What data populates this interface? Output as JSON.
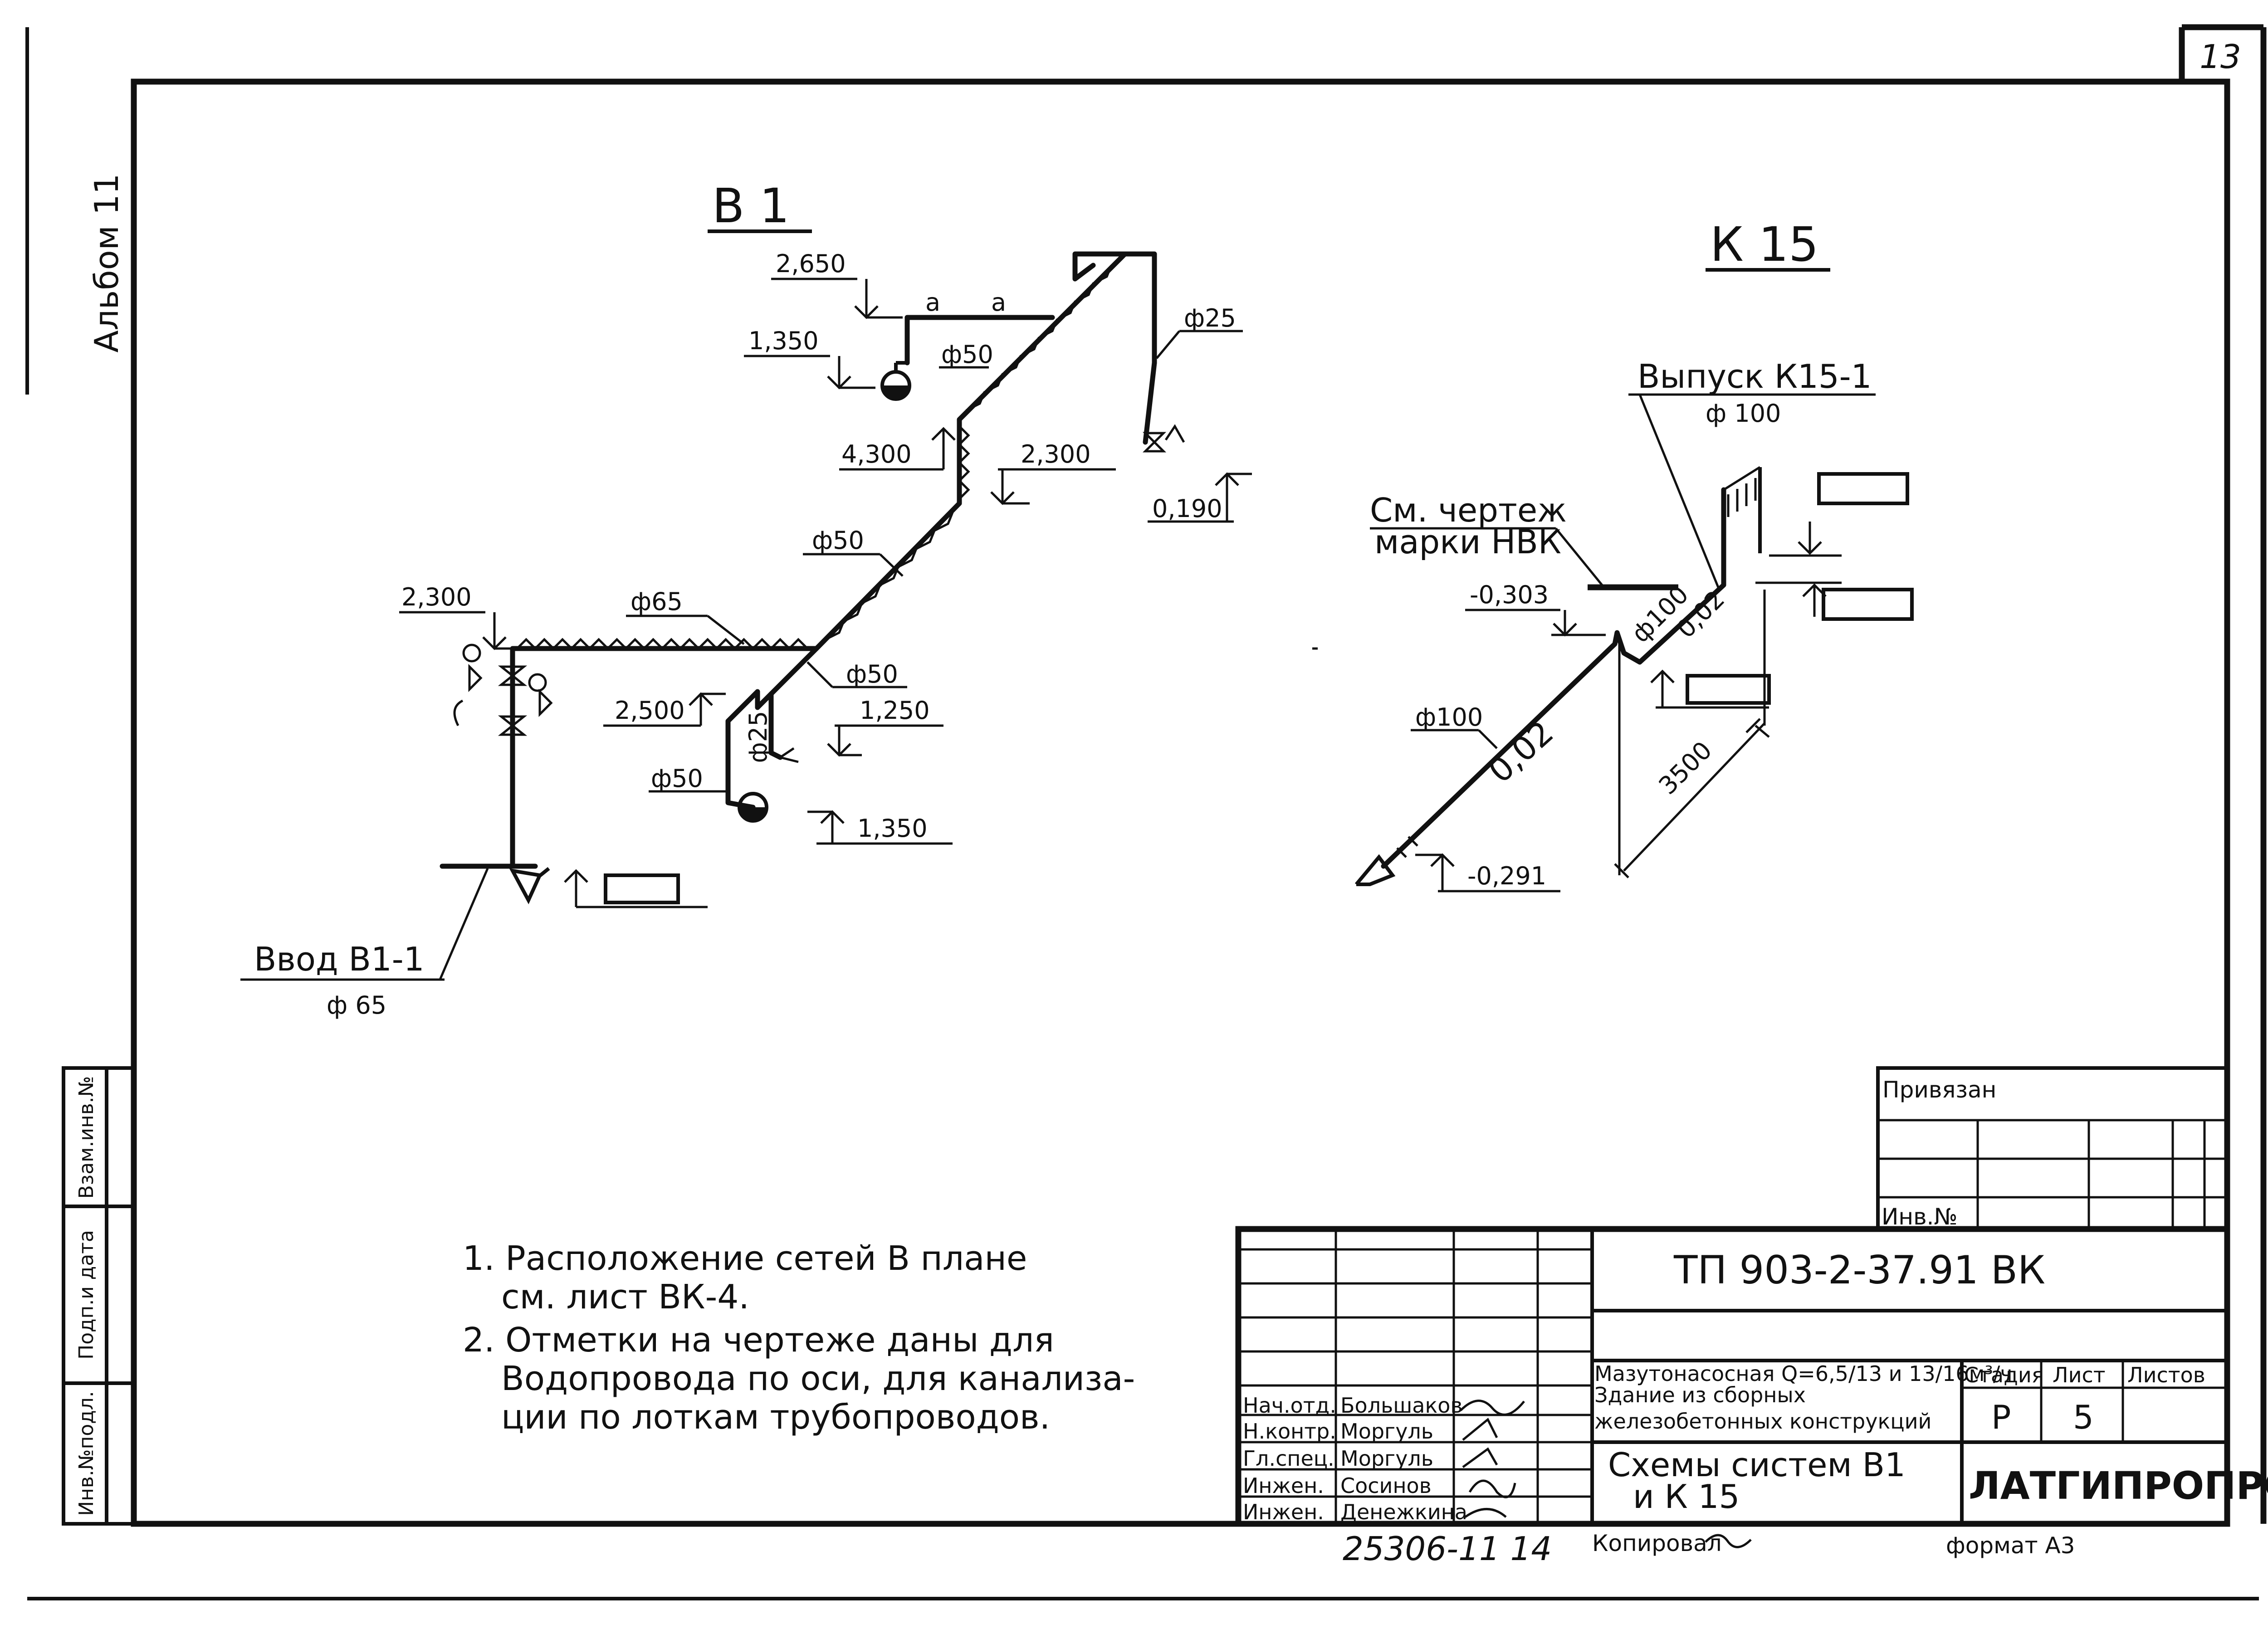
{
  "page_number": "13",
  "album_label": "Альбом 11",
  "side_stamp": [
    "Инв.№подл.",
    "Подп.и дата",
    "Взам.инв.№"
  ],
  "scheme_b1": {
    "title": "В 1",
    "inlet_label": "Ввод В1-1",
    "inlet_dia": "ф 65",
    "elevations": [
      "2,650",
      "1,350",
      "4,300",
      "2,300",
      "0,190",
      "2,300",
      "2,500",
      "1,250",
      "1,350"
    ],
    "diameters": [
      "ф25",
      "ф50",
      "ф50",
      "ф65",
      "ф50",
      "ф25",
      "ф50"
    ],
    "section_marks": [
      "а",
      "а"
    ]
  },
  "scheme_k15": {
    "title": "К 15",
    "outlet_label": "Выпуск К15-1",
    "outlet_dia": "ф 100",
    "ref_note_line1": "См. чертеж",
    "ref_note_line2": "марки НВК",
    "elevations": [
      "-0,303",
      "-0,291"
    ],
    "diameters": [
      "ф100",
      "ф100"
    ],
    "slopes": [
      "0,02",
      "0,02"
    ],
    "length": "3500"
  },
  "notes": [
    {
      "line1": "1. Расположение  сетей В плане",
      "line2": "см. лист  ВК-4."
    },
    {
      "line1": "2. Отметки на  чертеже  даны  для",
      "line2": "Водопровода по  оси, для  канализа-",
      "line3": "ции  по  лоткам  трубопроводов."
    }
  ],
  "title_block": {
    "privyazan": "Привязан",
    "inv_no": "Инв.№",
    "code": "ТП 903-2-37.91  ВК",
    "project_line1": "Мазутонасосная Q=6,5/13 и 13/16м³/ч",
    "project_line2": "Здание из сборных",
    "project_line3": "железобетонных конструкций",
    "sheet_title_line1": "Схемы  систем  В1",
    "sheet_title_line2": "и  К 15",
    "stage_header": "Стадия",
    "sheet_header": "Лист",
    "sheets_header": "Листов",
    "stage": "Р",
    "sheet": "5",
    "org": "ЛАТГИПРОПРОМ",
    "roles": [
      {
        "role": "Нач.отд.",
        "name": "Большаков"
      },
      {
        "role": "Н.контр.",
        "name": "Моргуль"
      },
      {
        "role": "Гл.спец.",
        "name": "Моргуль"
      },
      {
        "role": "Инжен.",
        "name": "Сосинов"
      },
      {
        "role": "Инжен.",
        "name": "Денежкина"
      }
    ],
    "doc_number": "25306-11  14",
    "copied": "Копировал",
    "format": "формат А3"
  }
}
